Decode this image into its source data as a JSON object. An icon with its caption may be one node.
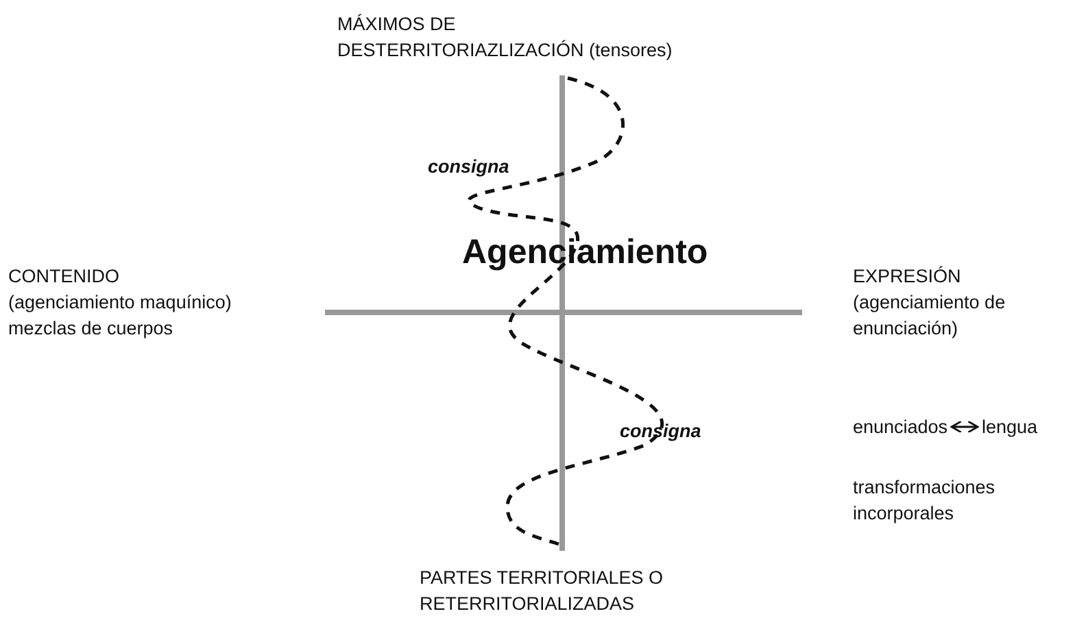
{
  "diagram": {
    "nodes": [
      {
        "text": [
          "enunciados"
        ]
      },
      {
        "text": [
          "lengua"
        ]
      }
    ],
    "edges": [
      {
        "from": 0,
        "to": 1,
        "arrow": "both"
      }
    ],
    "labels": [
      "MÁXIMOS DE DESTERRITORIAZLIZACIÓN (tensores)",
      "consigna",
      "Agenciamiento",
      "CONTENIDO",
      "(agenciamiento maquínico)",
      "mezclas de cuerpos",
      "EXPRESIÓN",
      "(agenciamiento de enunciación)",
      "consigna",
      "transformaciones incorporales",
      "PARTES TERRITORIALES O RETERRITORIALIZADAS"
    ]
  }
}
